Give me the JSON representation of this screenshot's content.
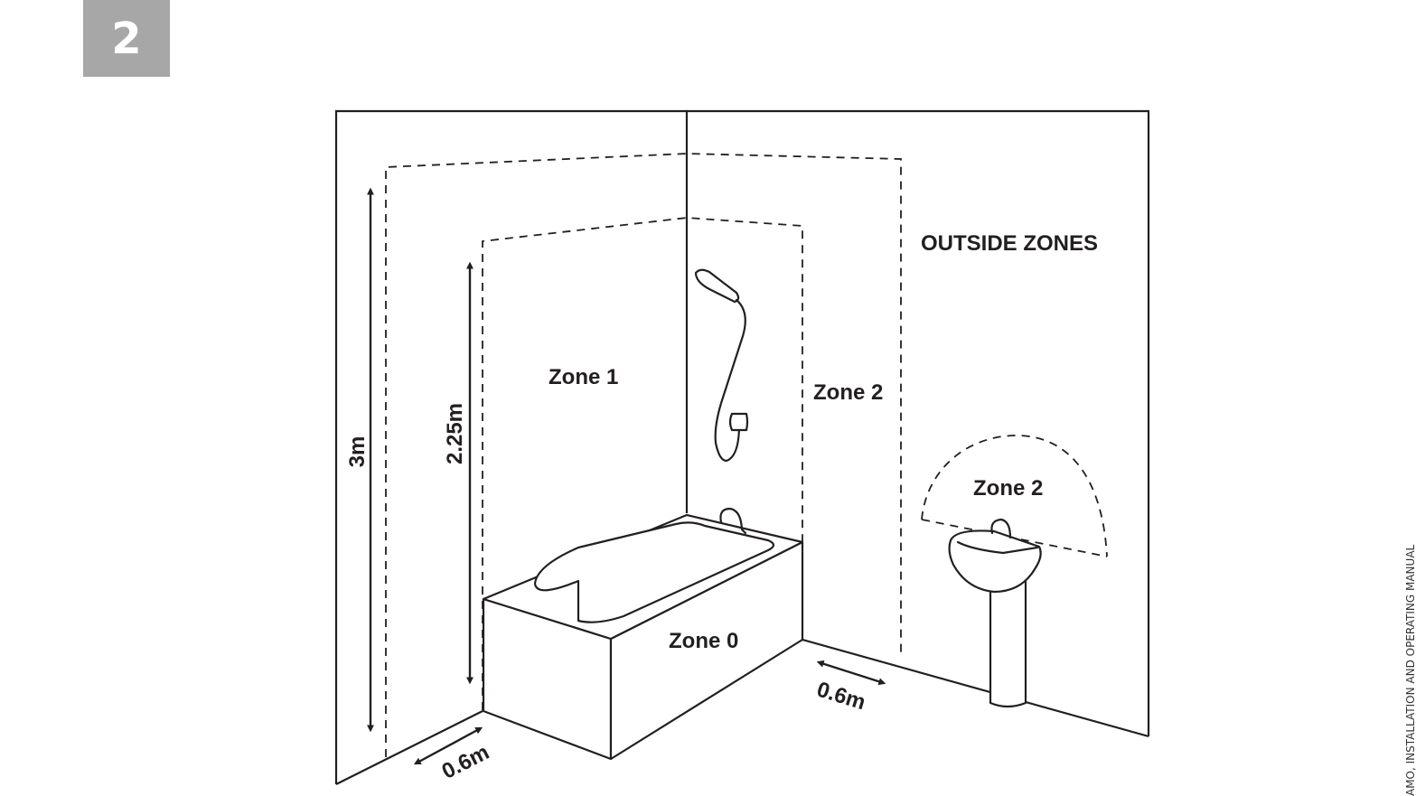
{
  "page_number": "2",
  "side_text": "AMO, INSTALLATION AND OPERATING MANUAL",
  "labels": {
    "outside_zones": "OUTSIDE  ZONES",
    "zone_0": "Zone 0",
    "zone_1": "Zone 1",
    "zone_2_shower": "Zone 2",
    "zone_2_basin": "Zone 2"
  },
  "dimensions": {
    "height_total": "3m",
    "height_zone1": "2.25m",
    "width_left": "0.6m",
    "width_right": "0.6m"
  }
}
